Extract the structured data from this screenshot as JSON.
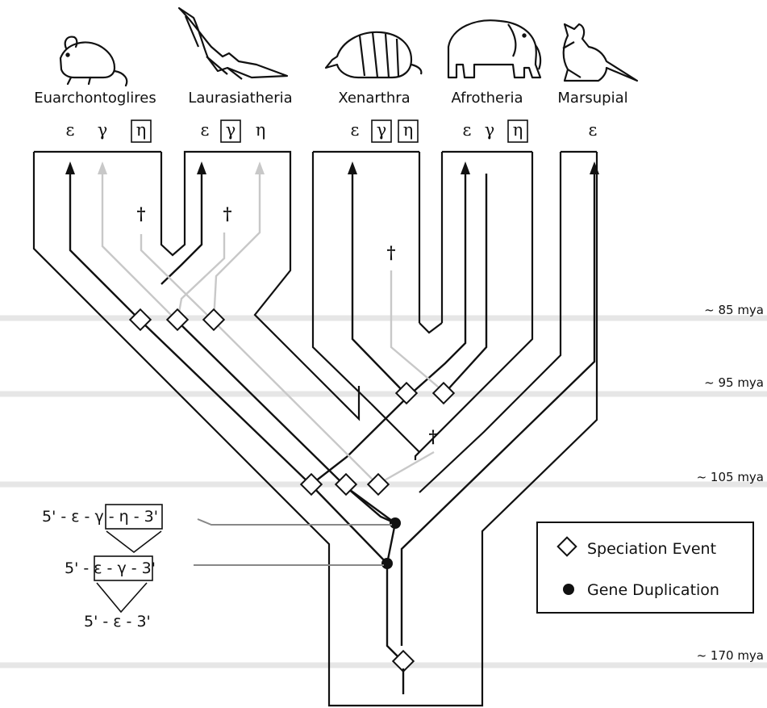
{
  "taxa": [
    {
      "name": "Euarchontoglires",
      "genes": [
        "ε",
        "γ",
        "η"
      ],
      "animal": "mouse-icon"
    },
    {
      "name": "Laurasiatheria",
      "genes": [
        "ε",
        "γ",
        "η"
      ],
      "animal": "bat-icon"
    },
    {
      "name": "Xenarthra",
      "genes": [
        "ε",
        "γ",
        "η"
      ],
      "animal": "armadillo-icon"
    },
    {
      "name": "Afrotheria",
      "genes": [
        "ε",
        "γ",
        "η"
      ],
      "animal": "elephant-icon"
    },
    {
      "name": "Marsupial",
      "genes": [
        "ε"
      ],
      "animal": "kangaroo-icon"
    }
  ],
  "time_markers": [
    "~ 85 mya",
    "~ 95 mya",
    "~ 105 mya",
    "~ 170 mya"
  ],
  "clusters": {
    "three_gene": "5' - ε - γ - η - 3'",
    "two_gene": "5' - ε - γ - 3'",
    "one_gene": "5' - ε - 3'"
  },
  "legend": {
    "speciation": "Speciation Event",
    "duplication": "Gene Duplication"
  },
  "extinct_symbol": "†",
  "colors": {
    "line": "#111111",
    "lost_lineage": "#c8c8c8",
    "time_band": "#e6e6e6"
  }
}
